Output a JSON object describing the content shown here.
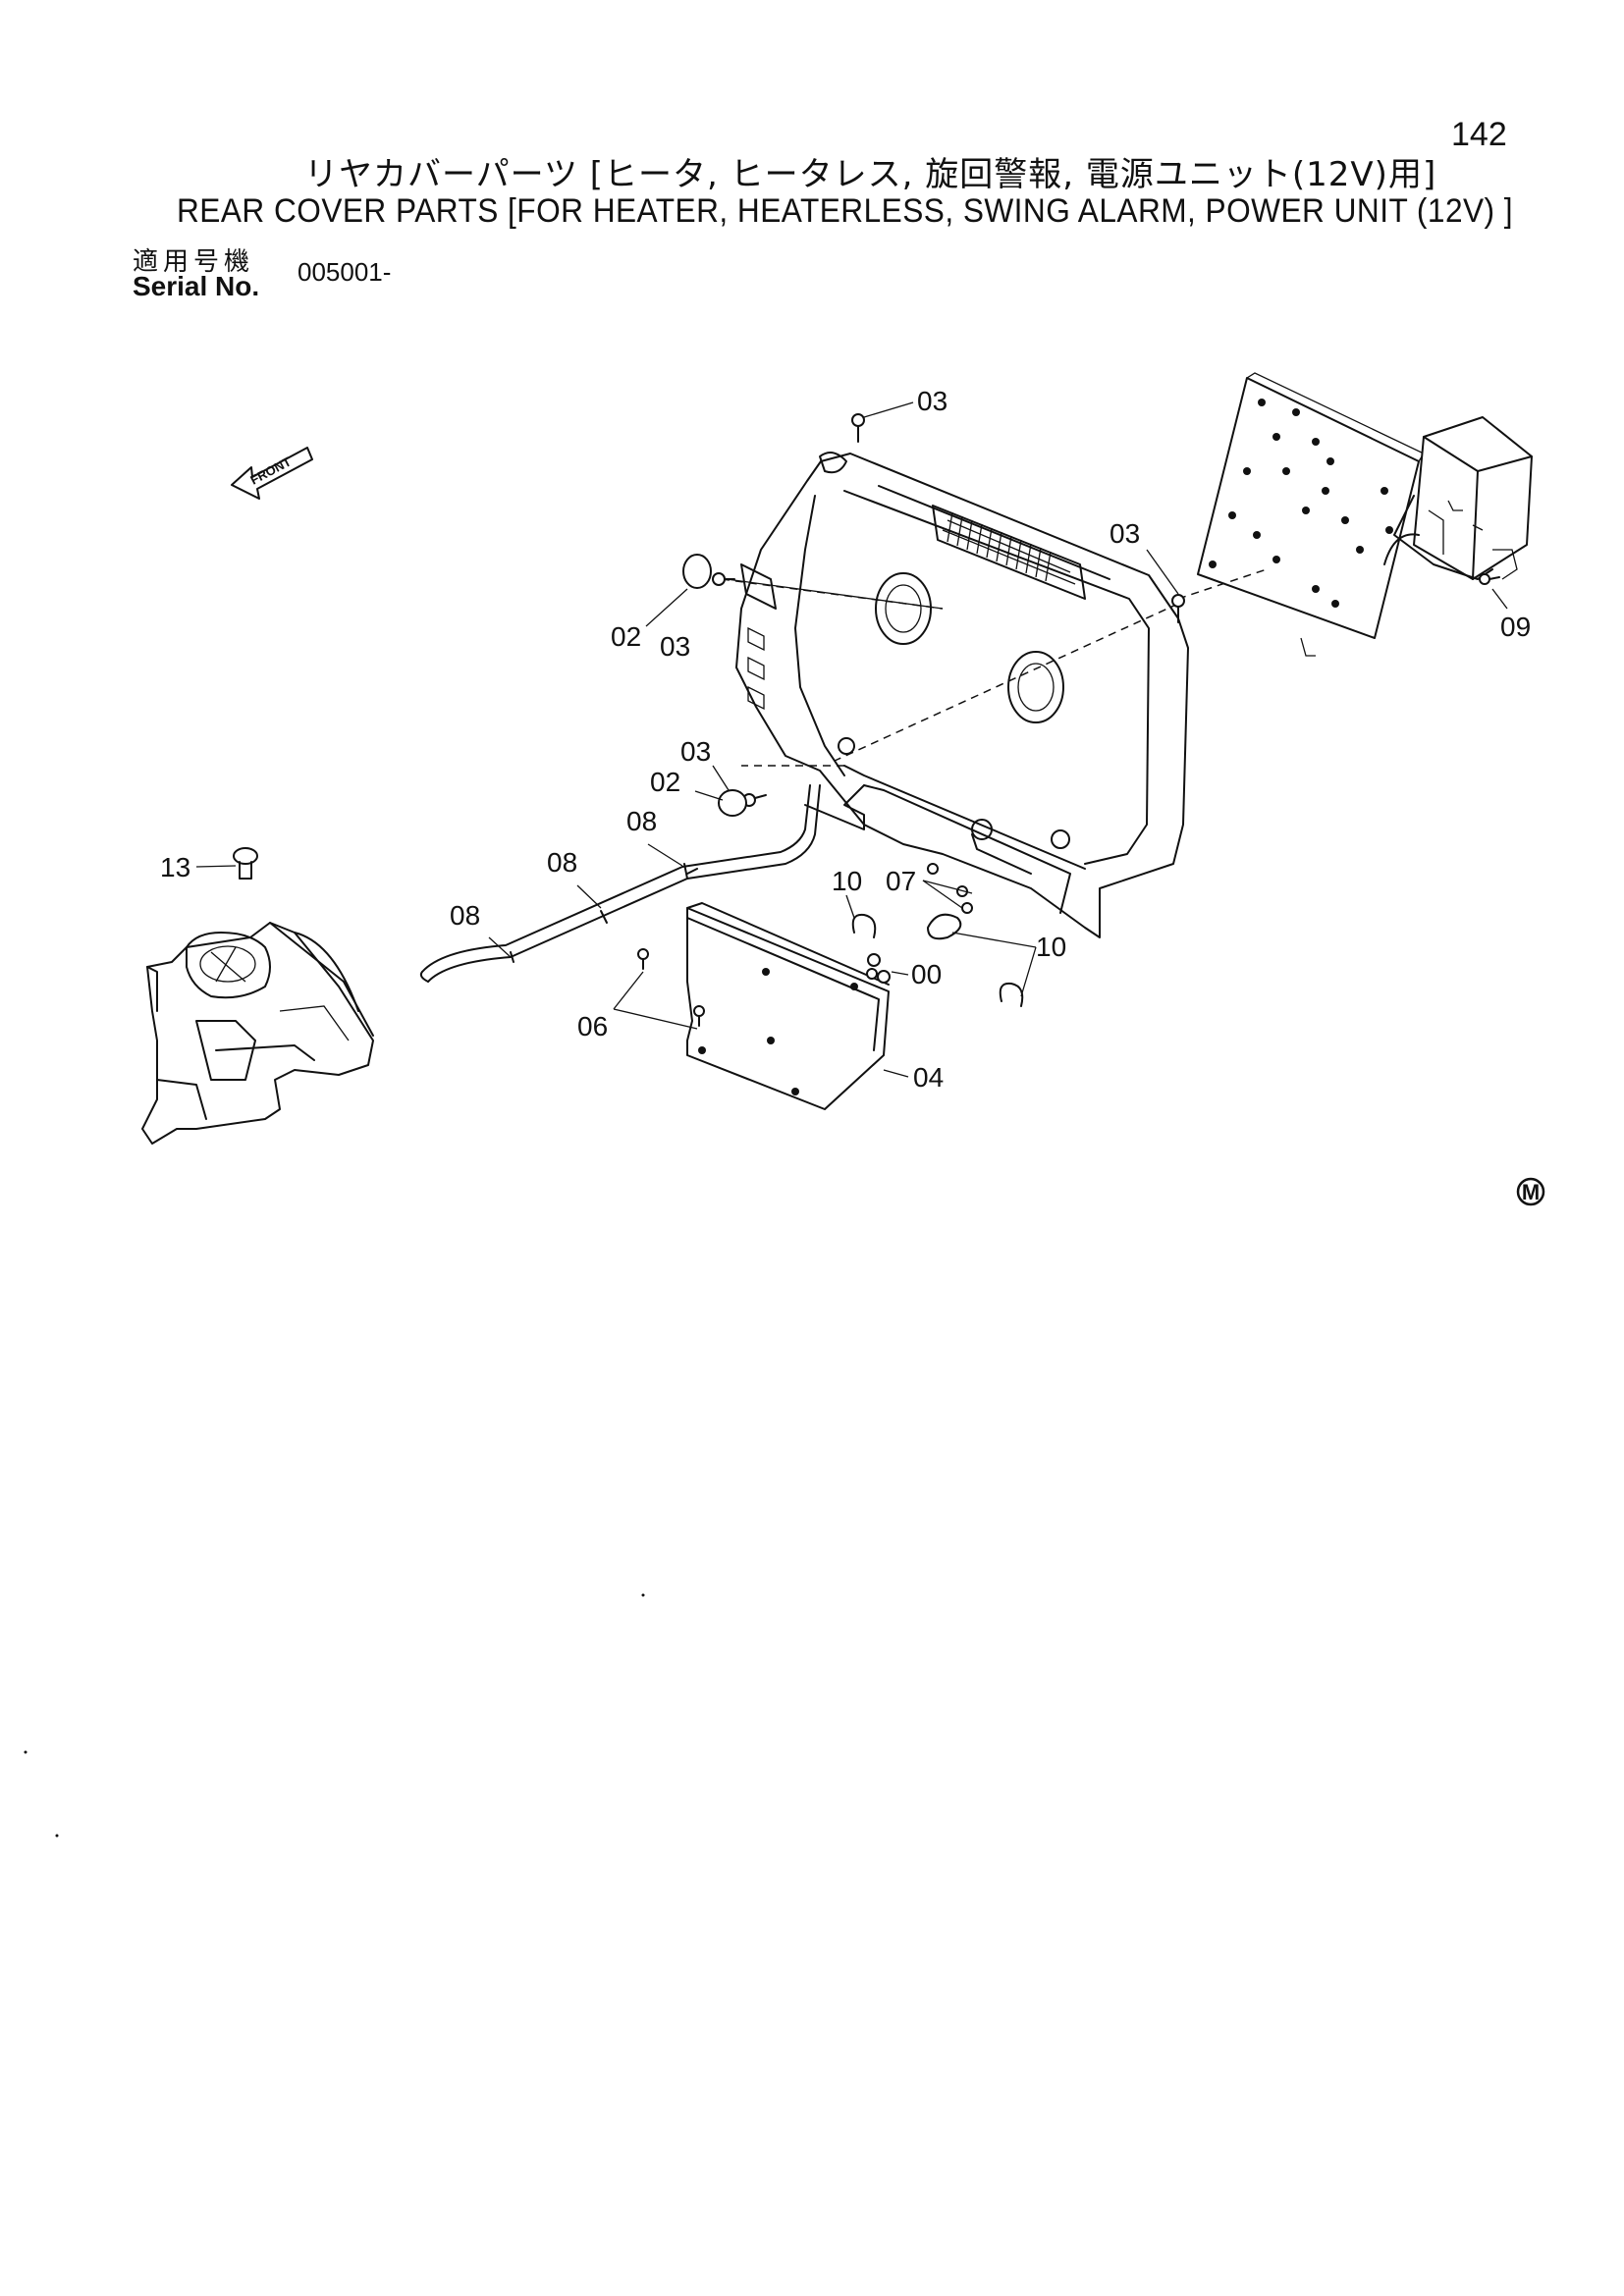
{
  "header": {
    "page_number": "142",
    "title_ja": "リヤカバーパーツ [ヒータ, ヒータレス, 旋回警報, 電源ユニット(12V)用]",
    "title_en": "REAR COVER PARTS [FOR HEATER, HEATERLESS, SWING ALARM, POWER UNIT (12V) ]",
    "serial_label_ja": "適用号機",
    "serial_label_en": "Serial No.",
    "serial_value": "005001-"
  },
  "diagram": {
    "front_arrow_label": "FRONT",
    "mark_symbol": "M",
    "callouts": {
      "c03_top": "03",
      "c03_right": "03",
      "c09": "09",
      "c02_upper": "02",
      "c03_upper": "03",
      "c03_mid": "03",
      "c02_mid": "02",
      "c08_a": "08",
      "c08_b": "08",
      "c08_c": "08",
      "c13": "13",
      "c10_left": "10",
      "c07": "07",
      "c10_right": "10",
      "c00": "00",
      "c06": "06",
      "c04": "04"
    },
    "icons": [
      "front-arrow-icon",
      "m-mark-icon"
    ]
  }
}
